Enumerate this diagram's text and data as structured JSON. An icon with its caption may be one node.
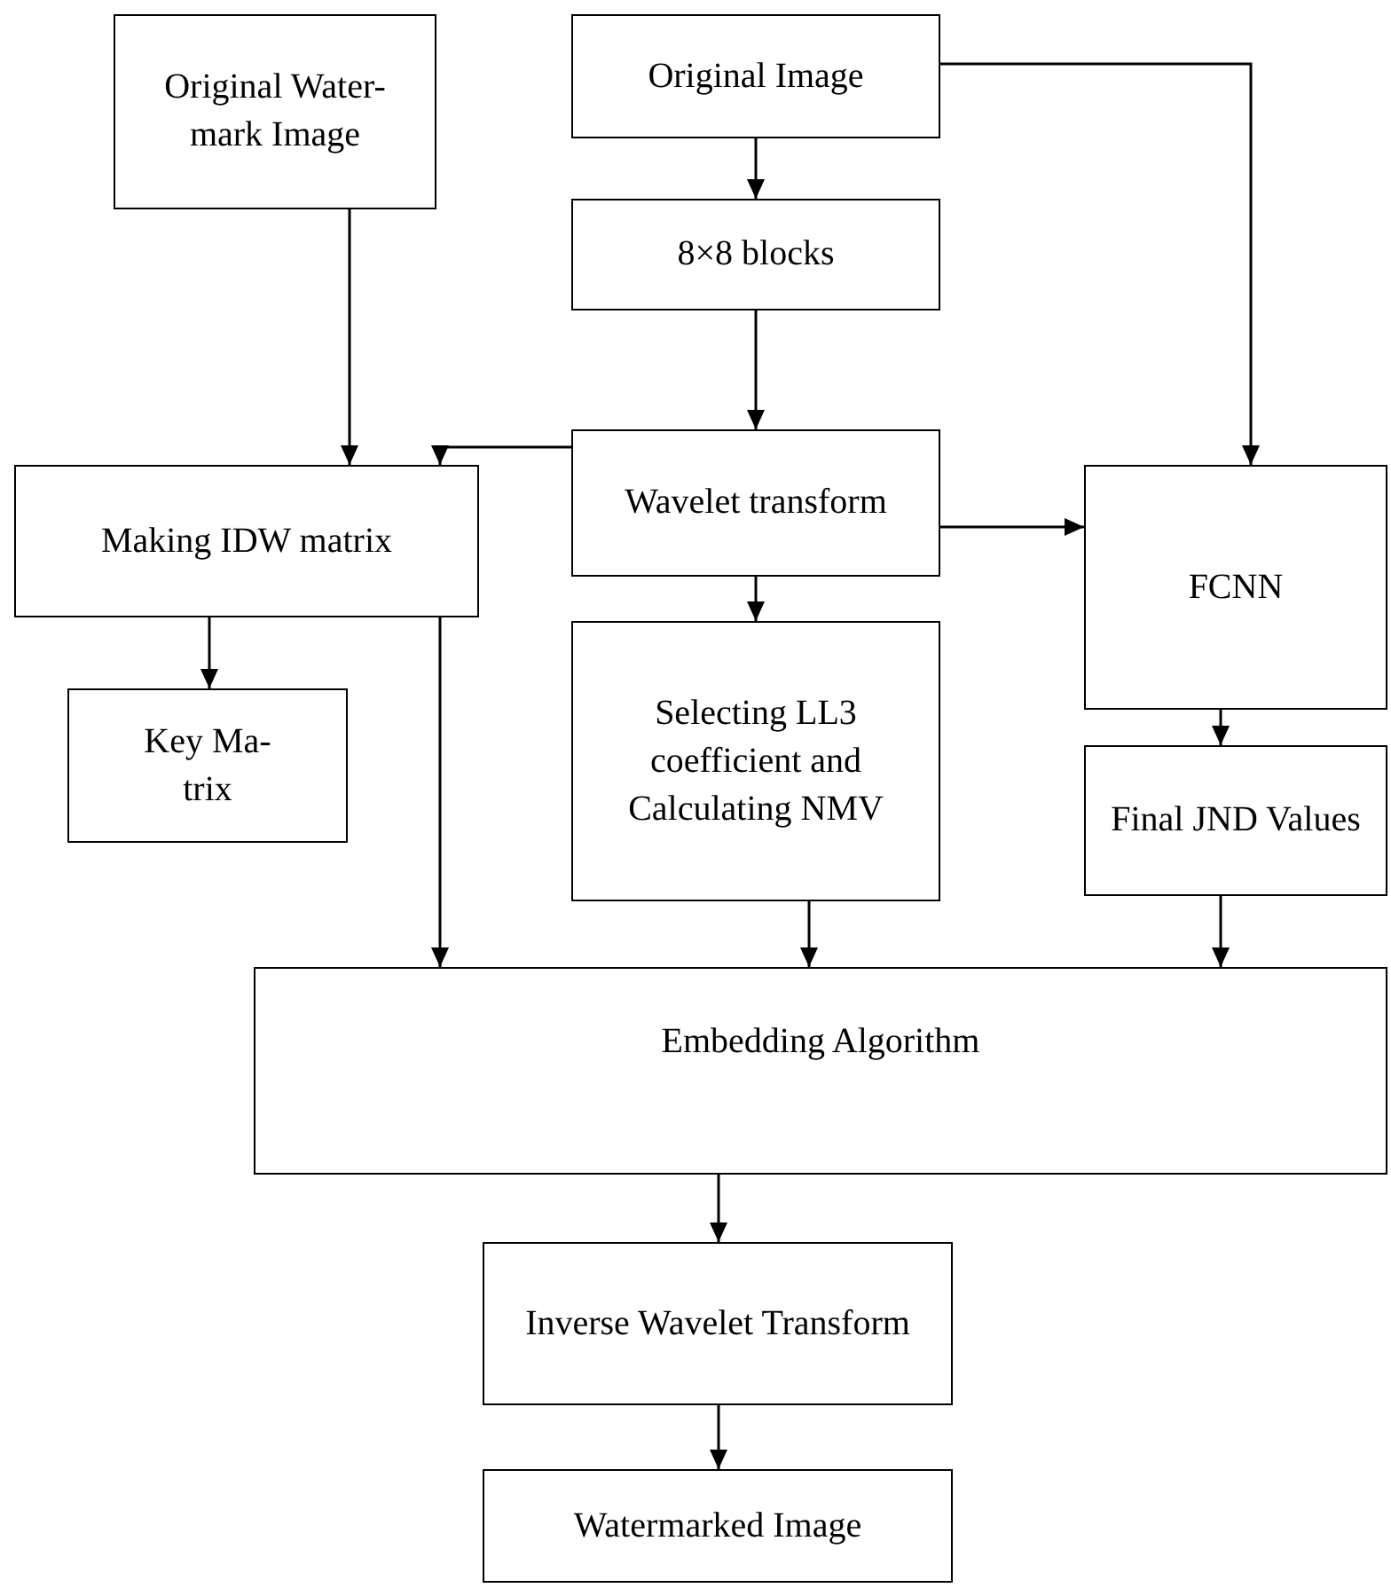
{
  "diagram": {
    "nodes": [
      {
        "text": [
          "Original Water-mark Image"
        ]
      },
      {
        "text": [
          "Original Image"
        ]
      },
      {
        "text": [
          "8×8 blocks"
        ]
      },
      {
        "text": [
          "Wavelet transform"
        ]
      },
      {
        "text": [
          "Making IDW matrix"
        ]
      },
      {
        "text": [
          "Key Ma-trix"
        ]
      },
      {
        "text": [
          "Selecting LL3 coefficient and Calculating NMV"
        ]
      },
      {
        "text": [
          "FCNN"
        ]
      },
      {
        "text": [
          "Final JND Values"
        ]
      },
      {
        "text": [
          "Embedding Algorithm"
        ]
      },
      {
        "text": [
          "Inverse Wavelet Transform"
        ]
      },
      {
        "text": [
          "Watermarked Image"
        ]
      }
    ],
    "edges": [
      {
        "from": 0,
        "to": 4,
        "arrow": "to"
      },
      {
        "from": 1,
        "to": 2,
        "arrow": "to"
      },
      {
        "from": 1,
        "to": 7,
        "arrow": "to"
      },
      {
        "from": 2,
        "to": 3,
        "arrow": "to"
      },
      {
        "from": 3,
        "to": 4,
        "arrow": "to"
      },
      {
        "from": 3,
        "to": 7,
        "arrow": "to"
      },
      {
        "from": 3,
        "to": 6,
        "arrow": "to"
      },
      {
        "from": 4,
        "to": 5,
        "arrow": "to"
      },
      {
        "from": 4,
        "to": 9,
        "arrow": "to"
      },
      {
        "from": 6,
        "to": 9,
        "arrow": "to"
      },
      {
        "from": 7,
        "to": 8,
        "arrow": "to"
      },
      {
        "from": 8,
        "to": 9,
        "arrow": "to"
      },
      {
        "from": 9,
        "to": 10,
        "arrow": "to"
      },
      {
        "from": 10,
        "to": 11,
        "arrow": "to"
      }
    ]
  }
}
